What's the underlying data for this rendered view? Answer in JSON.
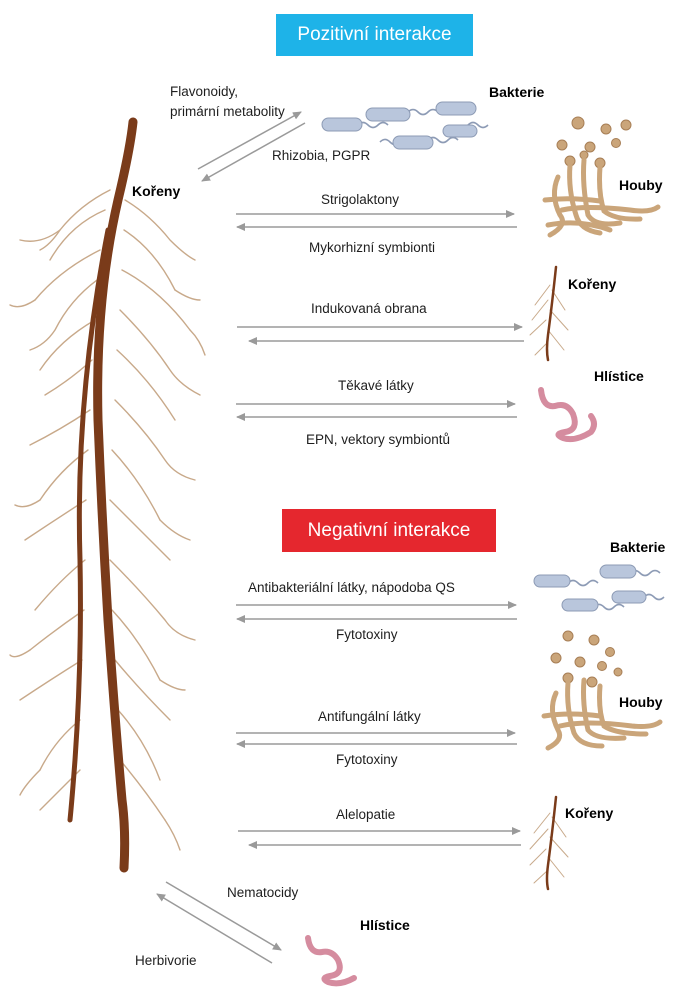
{
  "headers": {
    "positive": {
      "label": "Pozitivní interakce",
      "color": "#1eb3e8"
    },
    "negative": {
      "label": "Negativní interakce",
      "color": "#e5272e"
    }
  },
  "root_label": "Kořeny",
  "positive_interactions": [
    {
      "partner": "Bakterie",
      "icon": "bacteria-icon",
      "to_partner": "Flavonoidy, primární metabolity",
      "from_partner": "Rhizobia, PGPR"
    },
    {
      "partner": "Houby",
      "icon": "fungi-icon",
      "to_partner": "Strigolaktony",
      "from_partner": "Mykorhizní symbionti"
    },
    {
      "partner": "Kořeny",
      "icon": "roots-icon",
      "to_partner": "Indukovaná obrana",
      "from_partner": ""
    },
    {
      "partner": "Hlístice",
      "icon": "nematode-icon",
      "to_partner": "Těkavé látky",
      "from_partner": "EPN, vektory symbiontů"
    }
  ],
  "negative_interactions": [
    {
      "partner": "Bakterie",
      "icon": "bacteria-icon",
      "to_partner": "Antibakteriální látky, nápodoba QS",
      "from_partner": "Fytotoxiny"
    },
    {
      "partner": "Houby",
      "icon": "fungi-icon",
      "to_partner": "Antifungální látky",
      "from_partner": "Fytotoxiny"
    },
    {
      "partner": "Kořeny",
      "icon": "roots-icon",
      "to_partner": "Alelopatie",
      "from_partner": ""
    },
    {
      "partner": "Hlístice",
      "icon": "nematode-icon",
      "to_partner": "Nematocidy",
      "from_partner": "Herbivorie"
    }
  ],
  "colors": {
    "root": "#7a3b1a",
    "root_hair": "#c8a98a",
    "bacteria": "#b9c6dc",
    "bacteria_stroke": "#8d9bb5",
    "fungi": "#caa57a",
    "fungi_stroke": "#a77e55",
    "nematode": "#d58c9f",
    "arrow": "#9a9a9a"
  }
}
